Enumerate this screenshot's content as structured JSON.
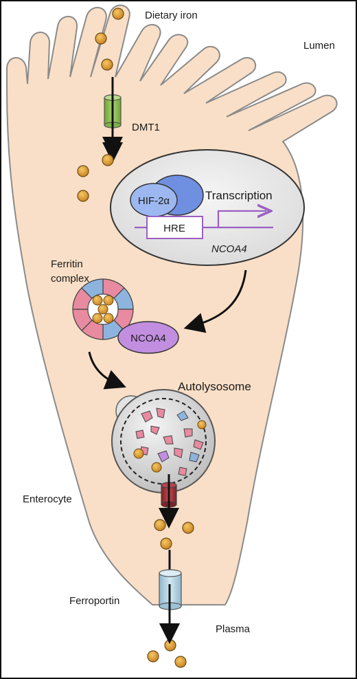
{
  "labels": {
    "dietary_iron": "Dietary iron",
    "lumen": "Lumen",
    "dmt1": "DMT1",
    "hif": "HIF-2α",
    "transcription": "Transcription",
    "hre": "HRE",
    "ncoa4_gene": "NCOA4",
    "ferritin_line1": "Ferritin",
    "ferritin_line2": "complex",
    "ncoa4_protein": "NCOA4",
    "autolysosome": "Autolysosome",
    "enterocyte": "Enterocyte",
    "ferroportin": "Ferroportin",
    "plasma": "Plasma"
  },
  "colors": {
    "cell": "#f9dfc7",
    "iron": "#e0a23a",
    "dmt1": "#8fbf4d",
    "ferroportin": "#b9d7e8",
    "ferritin_pink": "#e88aa0",
    "ferritin_blue": "#8db4de",
    "ncoa4_purple": "#c28ee0",
    "hif_blue": "#7f9fe6",
    "hre_purple": "#9a5fc2",
    "lysosome_grey": "#dcdcdc",
    "channel_red": "#a6353c"
  }
}
